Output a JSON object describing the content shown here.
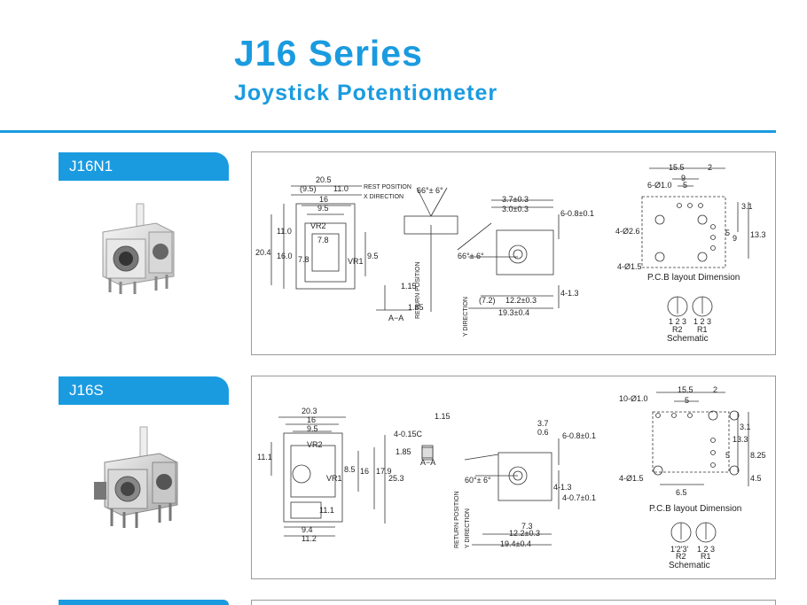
{
  "header": {
    "title": "J16 Series",
    "subtitle": "Joystick Potentiometer"
  },
  "sections": [
    {
      "tab_label": "J16N1",
      "front_dims": [
        "20.5",
        "(9.5)",
        "11.0",
        "16",
        "9.5",
        "VR2",
        "7.8",
        "VR1",
        "7.8",
        "11.0",
        "16.0",
        "20.4",
        "9.5",
        "1.15",
        "1.85"
      ],
      "labels": {
        "rest_position": "REST POSITION",
        "x_direction": "X DIRECTION",
        "angle": "66°± 6°",
        "return_position": "RETURN POSITION",
        "y_direction": "Y DIRECTION",
        "section": "A−A"
      },
      "side_dims": [
        "3.7±0.3",
        "3.0±0.3",
        "6-0.8±0.1",
        "66°± 6°",
        "(7.2)",
        "12.2±0.3",
        "19.3±0.4",
        "4-1.3"
      ],
      "pcb_dims": [
        "15.5",
        "2",
        "9",
        "5",
        "6-Ø1.0",
        "4-Ø2.6",
        "4-Ø1.5",
        "3.1",
        "5",
        "9",
        "13.3"
      ],
      "pcb_title": "P.C.B layout Dimension",
      "schematic": {
        "left_pins": "1 2 3",
        "left_name": "R2",
        "right_pins": "1 2 3",
        "right_name": "R1",
        "label": "Schematic"
      }
    },
    {
      "tab_label": "J16S",
      "front_dims": [
        "20.3",
        "16",
        "9.5",
        "VR2",
        "VR1",
        "8.5",
        "16",
        "17.9",
        "25.3",
        "11.1",
        "11.1",
        "9.4",
        "11.2",
        "4-0.15C",
        "1.15",
        "1.85"
      ],
      "labels": {
        "return_position": "RETURN POSITION",
        "y_direction": "Y DIRECTION",
        "angle": "60°± 6°",
        "section": "A−A"
      },
      "side_dims": [
        "3.7",
        "0.6",
        "6-0.8±0.1",
        "4-1.3",
        "4-0.7±0.1",
        "7.3",
        "12.2±0.3",
        "19.4±0.4"
      ],
      "pcb_dims": [
        "10-Ø1.0",
        "15.5",
        "2",
        "5",
        "3.1",
        "5",
        "13.3",
        "8.25",
        "4.5",
        "4-Ø1.5",
        "6.5"
      ],
      "pcb_title": "P.C.B layout Dimension",
      "schematic": {
        "left_pins": "1'2'3'",
        "left_name": "R2",
        "right_pins": "1 2 3",
        "right_name": "R1",
        "label": "Schematic"
      }
    }
  ],
  "colors": {
    "accent": "#1a9be0",
    "panel_border": "#9a9a9a"
  }
}
